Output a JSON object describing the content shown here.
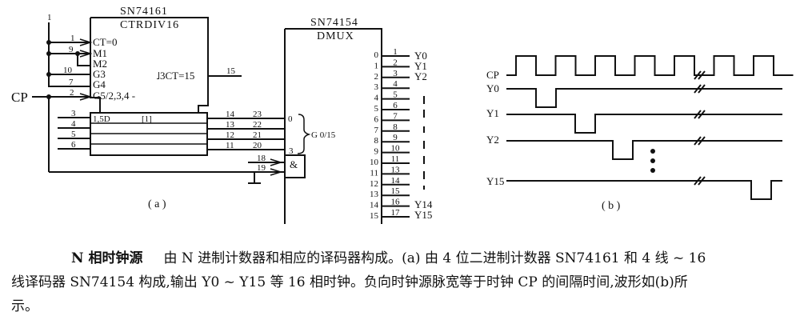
{
  "figure_a": {
    "label": "( a )",
    "counter": {
      "part": "SN74161",
      "function": "CTRDIV16",
      "inputs": [
        {
          "pin": "1",
          "label": "CT=0"
        },
        {
          "pin": "9",
          "label": "M1"
        },
        {
          "pin": "",
          "label": "M2"
        },
        {
          "pin": "10",
          "label": "G3"
        },
        {
          "pin": "7",
          "label": "G4"
        },
        {
          "pin": "2",
          "label": "G5/2,3,4 -"
        }
      ],
      "carry_label": "˩3CT=15",
      "carry_pin": "15",
      "vcc_label": "1",
      "clock_label": "CP",
      "data_label": "1,5D",
      "data_bracket": "[1]",
      "data_in_pins": [
        "3",
        "4",
        "5",
        "6"
      ],
      "q_out_pins": [
        "14",
        "13",
        "12",
        "11"
      ]
    },
    "decoder": {
      "part": "SN74154",
      "function": "DMUX",
      "addr_pins": [
        "23",
        "22",
        "21",
        "20"
      ],
      "addr_top": "0",
      "addr_bottom": "3",
      "group_label": "G 0/15",
      "enable_pins": [
        "18",
        "19"
      ],
      "and_label": "&",
      "output_indices": [
        "0",
        "1",
        "2",
        "3",
        "4",
        "5",
        "6",
        "7",
        "8",
        "9",
        "10",
        "11",
        "12",
        "13",
        "14",
        "15"
      ],
      "output_pins": [
        "1",
        "2",
        "3",
        "4",
        "5",
        "6",
        "7",
        "8",
        "9",
        "10",
        "11",
        "13",
        "14",
        "15",
        "16",
        "17"
      ],
      "output_labels": {
        "top": [
          "Y0",
          "Y1",
          "Y2"
        ],
        "bottom": [
          "Y14",
          "Y15"
        ]
      }
    }
  },
  "figure_b": {
    "label": "( b )",
    "signals": [
      "CP",
      "Y0",
      "Y1",
      "Y2",
      "Y15"
    ],
    "ellipsis": "⋮"
  },
  "caption": {
    "title": "N 相时钟源",
    "line1": "由 N 进制计数器和相应的译码器构成。(a) 由 4 位二进制计数器 SN74161 和 4 线 ~ 16",
    "line2": "线译码器 SN74154 构成,输出 Y0 ~ Y15 等 16 相时钟。负向时钟源脉宽等于时钟 CP 的间隔时间,波形如(b)所",
    "line3": "示。"
  }
}
